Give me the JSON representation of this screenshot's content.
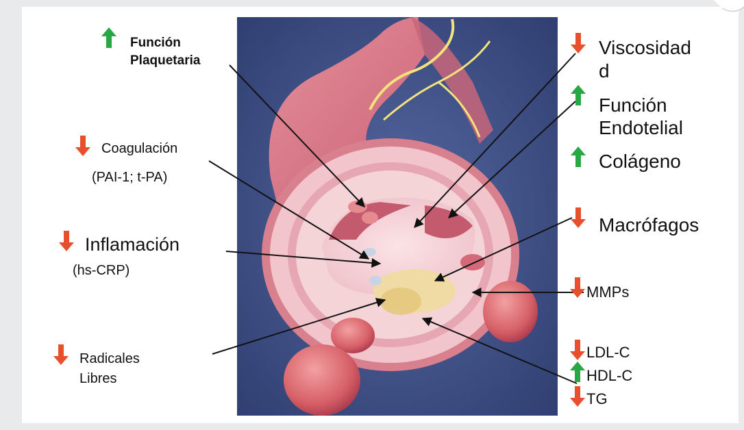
{
  "colors": {
    "up_arrow": "#28a745",
    "down_arrow": "#e8502d",
    "background_panel": "#3e4f86",
    "artery_outer": "#d97a8a",
    "artery_wall": "#f2c8cf",
    "nerve": "#f1e27a"
  },
  "icons": {
    "up": "arrow-up-icon",
    "down": "arrow-down-icon"
  },
  "labels": {
    "funcion_plaquetaria": {
      "line1": "Función",
      "line2": "Plaquetaria",
      "direction": "up"
    },
    "coagulacion": {
      "line1": "Coagulación",
      "line2": "(PAI-1; t-PA)",
      "direction": "down"
    },
    "inflamacion": {
      "line1": "Inflamación",
      "line2": "(hs-CRP)",
      "direction": "down"
    },
    "radicales_libres": {
      "line1": "Radicales",
      "line2": "Libres",
      "direction": "down"
    },
    "viscosidad": {
      "line1": "Viscosidad",
      "line2": "d",
      "direction": "down"
    },
    "funcion_endotelial": {
      "line1": "Función",
      "line2": "Endotelial",
      "direction": "up"
    },
    "colageno": {
      "line1": "Colágeno",
      "direction": "up"
    },
    "macrofagos": {
      "line1": "Macrófagos",
      "direction": "down"
    },
    "mmps": {
      "line1": "MMPs",
      "direction": "down"
    },
    "ldl_c": {
      "line1": "LDL-C",
      "direction": "down"
    },
    "hdl_c": {
      "line1": "HDL-C",
      "direction": "up"
    },
    "tg": {
      "line1": "TG",
      "direction": "down"
    }
  }
}
